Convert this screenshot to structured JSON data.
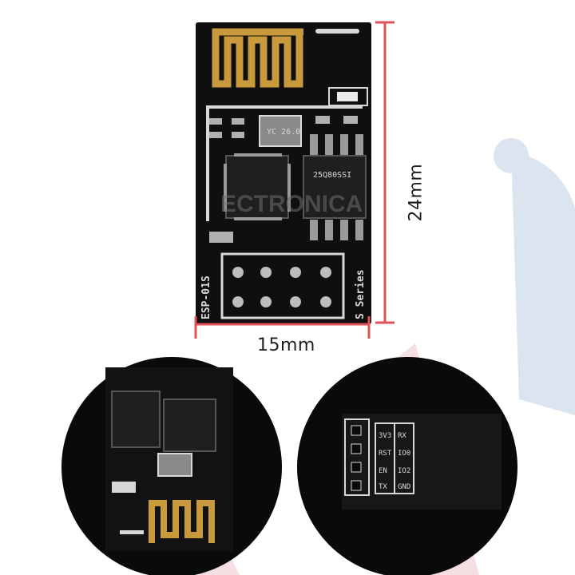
{
  "dimensions": {
    "width": "15mm",
    "height": "24mm"
  },
  "board": {
    "model_silk": "ESP-01S",
    "series_silk": "S Series",
    "crystal_mark": "YC 26.0",
    "flash_chip_mark": "25Q80SSI",
    "watermark": "ECTRONICA"
  },
  "pin_labels": [
    {
      "left": "3V3",
      "right": "RX"
    },
    {
      "left": "RST",
      "right": "IO0"
    },
    {
      "left": "EN",
      "right": "IO2"
    },
    {
      "left": "TX",
      "right": "GND"
    }
  ],
  "colors": {
    "pcb": "#0d0d0d",
    "trace_gold": "#c99a3c",
    "dimension_red": "#e0525a",
    "watermark_blue": "#b9c9dc",
    "watermark_red": "#e7c3c6"
  }
}
